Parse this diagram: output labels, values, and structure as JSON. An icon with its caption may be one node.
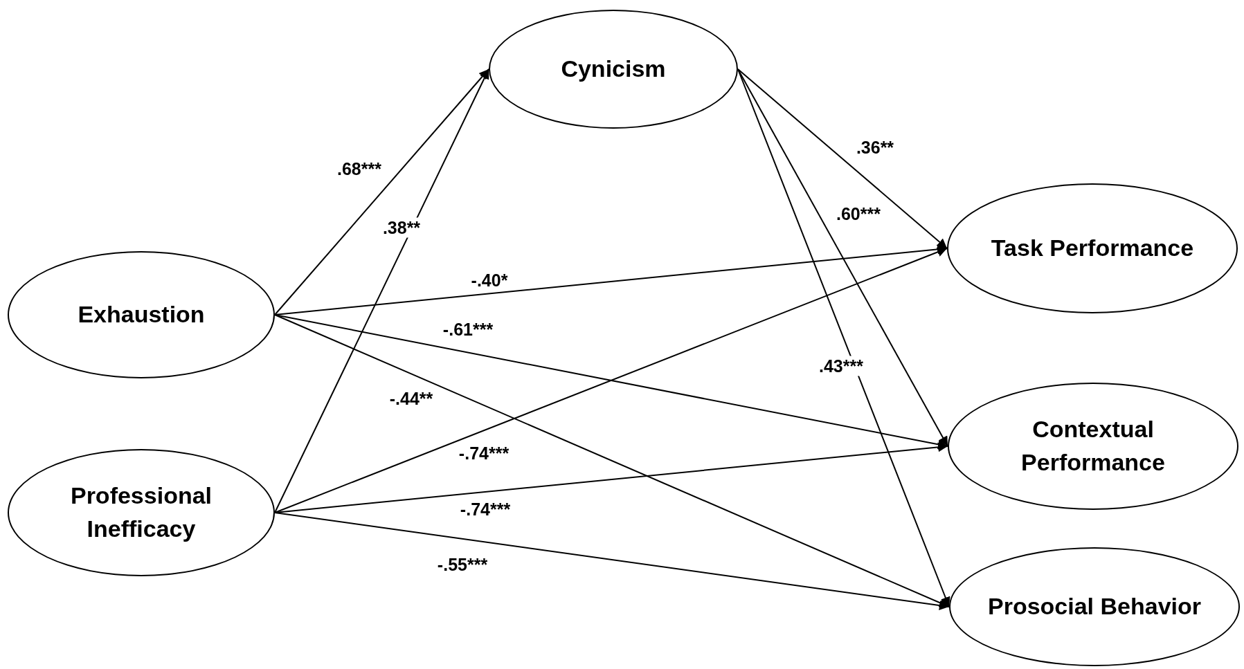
{
  "diagram": {
    "nodes": [
      {
        "text": [
          "Cynicism"
        ]
      },
      {
        "text": [
          "Exhaustion"
        ]
      },
      {
        "text": [
          "Professional Inefficacy"
        ]
      },
      {
        "text": [
          "Task Performance"
        ]
      },
      {
        "text": [
          "Contextual Performance"
        ]
      },
      {
        "text": [
          "Prosocial Behavior"
        ]
      }
    ],
    "edges": [
      {
        "from": 1,
        "to": 0,
        "arrow": "to",
        "label": ".68***"
      },
      {
        "from": 2,
        "to": 0,
        "arrow": "to",
        "label": ".38**"
      },
      {
        "from": 1,
        "to": 3,
        "arrow": "to",
        "label": "-.40*"
      },
      {
        "from": 1,
        "to": 4,
        "arrow": "to",
        "label": "-.61***"
      },
      {
        "from": 1,
        "to": 5,
        "arrow": "to",
        "label": "-.44**"
      },
      {
        "from": 2,
        "to": 3,
        "arrow": "to",
        "label": "-.74***"
      },
      {
        "from": 2,
        "to": 4,
        "arrow": "to",
        "label": "-.74***"
      },
      {
        "from": 2,
        "to": 5,
        "arrow": "to",
        "label": "-.55***"
      },
      {
        "from": 0,
        "to": 3,
        "arrow": "to",
        "label": ".36**"
      },
      {
        "from": 0,
        "to": 4,
        "arrow": "to",
        "label": ".60***"
      },
      {
        "from": 0,
        "to": 5,
        "arrow": "to",
        "label": ".43***"
      }
    ]
  }
}
